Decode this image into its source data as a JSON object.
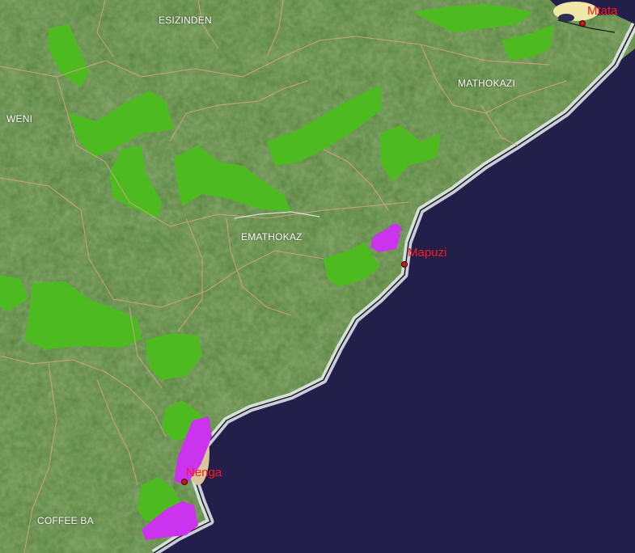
{
  "map": {
    "area_labels": [
      "ESIZINDEN",
      "WENI",
      "MATHOKAZI",
      "EMATHOKAZ",
      "COFFEE BA"
    ],
    "towns": [
      "Mtata",
      "Mapuzi",
      "Nenga"
    ],
    "colors": {
      "land": "#4e7a35",
      "ocean": "#221f4a",
      "vegetation_zone": "#4dbb1f",
      "magenta_zone": "#cc33ee",
      "boundary": "#d9a08a",
      "town_label": "#ff1a1a",
      "area_label": "#ffffff"
    }
  }
}
